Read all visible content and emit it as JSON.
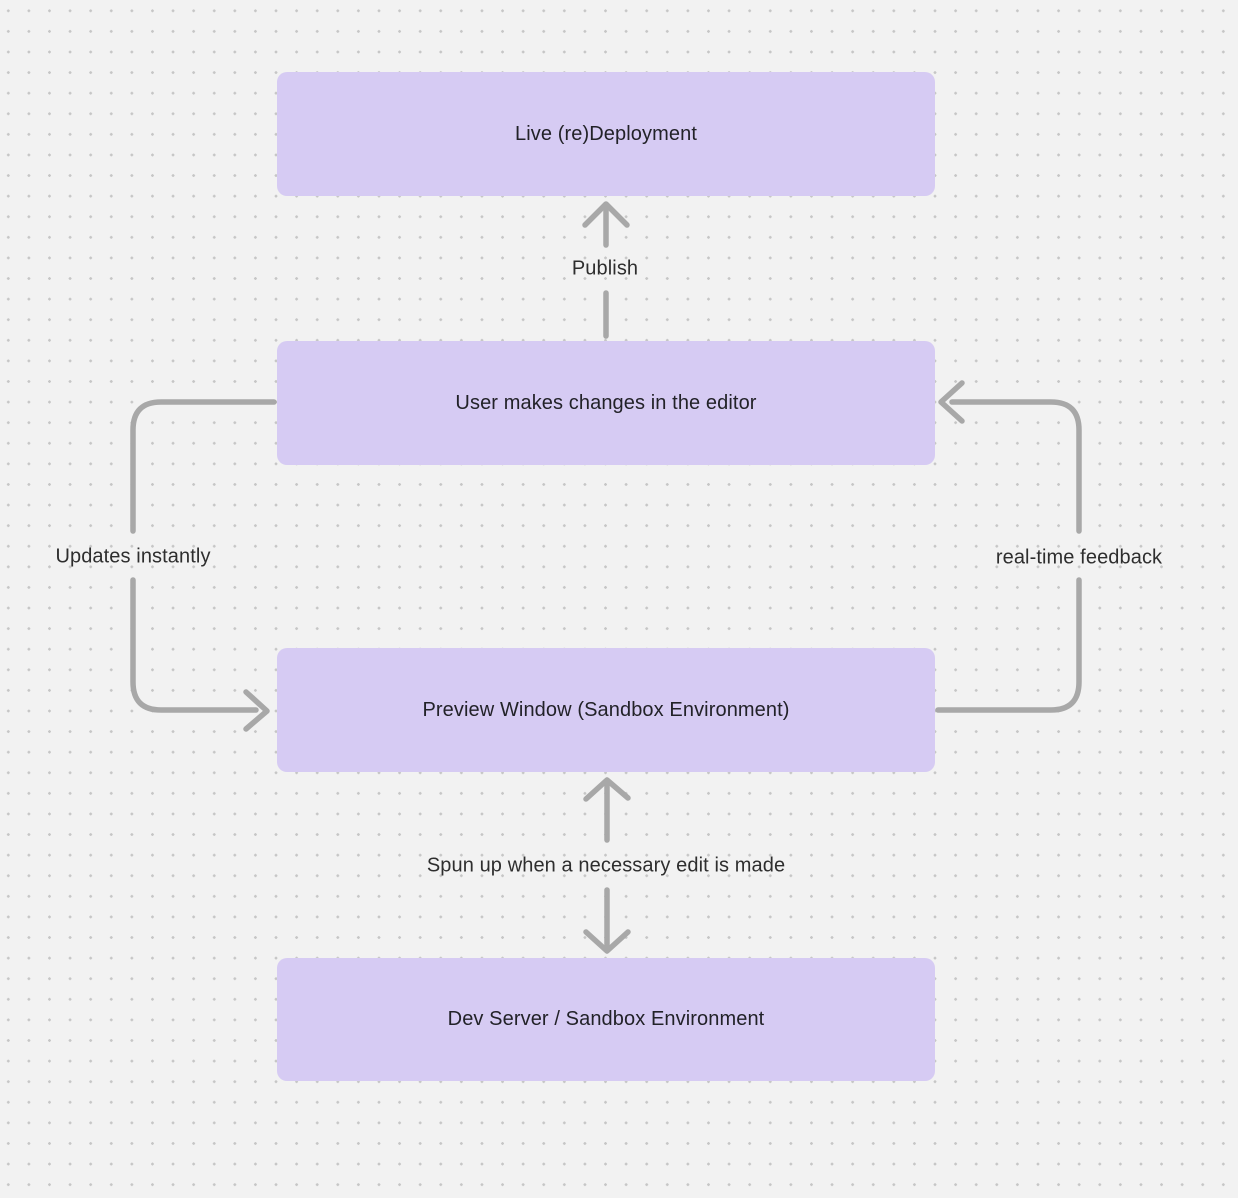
{
  "diagram": {
    "type": "flowchart",
    "background": "dotted-grid-canvas",
    "colors": {
      "canvas_bg": "#f2f2f2",
      "grid_dot": "#c6c6c6",
      "node_fill": "#d6cbf3",
      "node_text": "#222228",
      "arrow_stroke": "#a8a8a8",
      "edge_label_text": "#2e2e2e"
    },
    "nodes": [
      {
        "id": "live-deployment",
        "label": "Live (re)Deployment"
      },
      {
        "id": "user-changes",
        "label": "User makes changes in the editor"
      },
      {
        "id": "preview-window",
        "label": "Preview Window (Sandbox Environment)"
      },
      {
        "id": "dev-server",
        "label": "Dev Server / Sandbox Environment"
      }
    ],
    "edges": [
      {
        "id": "publish",
        "from": "user-changes",
        "to": "live-deployment",
        "label": "Publish",
        "direction": "up"
      },
      {
        "id": "updates",
        "from": "user-changes",
        "to": "preview-window",
        "label": "Updates instantly",
        "direction": "left-side-down"
      },
      {
        "id": "realtime",
        "from": "preview-window",
        "to": "user-changes",
        "label": "real-time feedback",
        "direction": "right-side-up"
      },
      {
        "id": "spun-up",
        "from": "preview-window",
        "to": "dev-server",
        "label": "Spun up when a necessary edit is made",
        "direction": "bidirectional"
      }
    ]
  }
}
